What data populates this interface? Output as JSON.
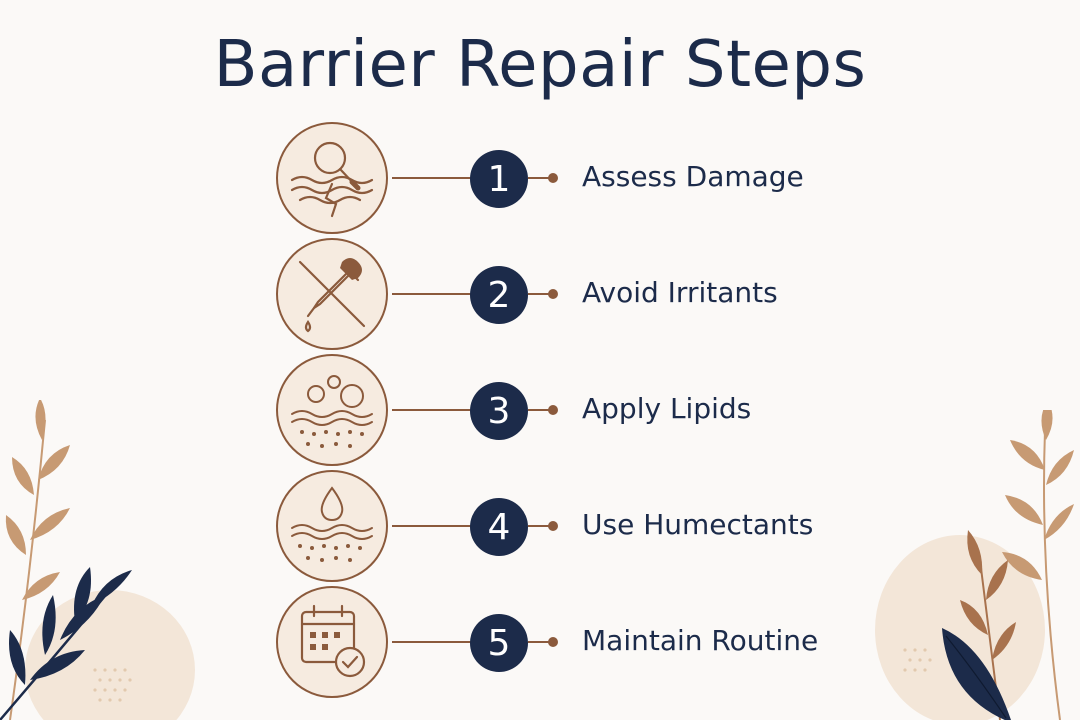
{
  "title": "Barrier Repair Steps",
  "colors": {
    "navy": "#1c2b4a",
    "brown": "#8b5a3c",
    "cream": "#f6ebe0",
    "background": "#fbf9f7"
  },
  "steps": [
    {
      "number": "1",
      "label": "Assess Damage",
      "icon": "magnifier-cracked-skin-icon"
    },
    {
      "number": "2",
      "label": "Avoid Irritants",
      "icon": "crossed-dropper-icon"
    },
    {
      "number": "3",
      "label": "Apply Lipids",
      "icon": "lipid-bubbles-skin-icon"
    },
    {
      "number": "4",
      "label": "Use Humectants",
      "icon": "water-drop-skin-icon"
    },
    {
      "number": "5",
      "label": "Maintain Routine",
      "icon": "calendar-check-icon"
    }
  ]
}
